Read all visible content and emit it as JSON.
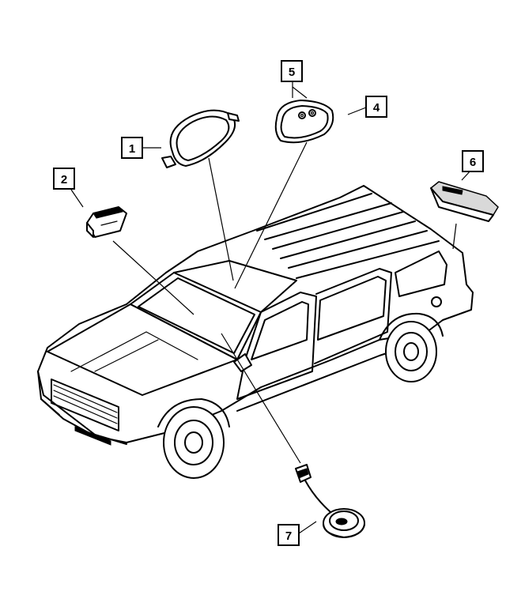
{
  "callouts": [
    {
      "id": "1",
      "label": "1"
    },
    {
      "id": "2",
      "label": "2"
    },
    {
      "id": "4",
      "label": "4"
    },
    {
      "id": "5",
      "label": "5"
    },
    {
      "id": "6",
      "label": "6"
    },
    {
      "id": "7",
      "label": "7"
    }
  ],
  "colors": {
    "ink": "#000000",
    "paper": "#ffffff"
  }
}
